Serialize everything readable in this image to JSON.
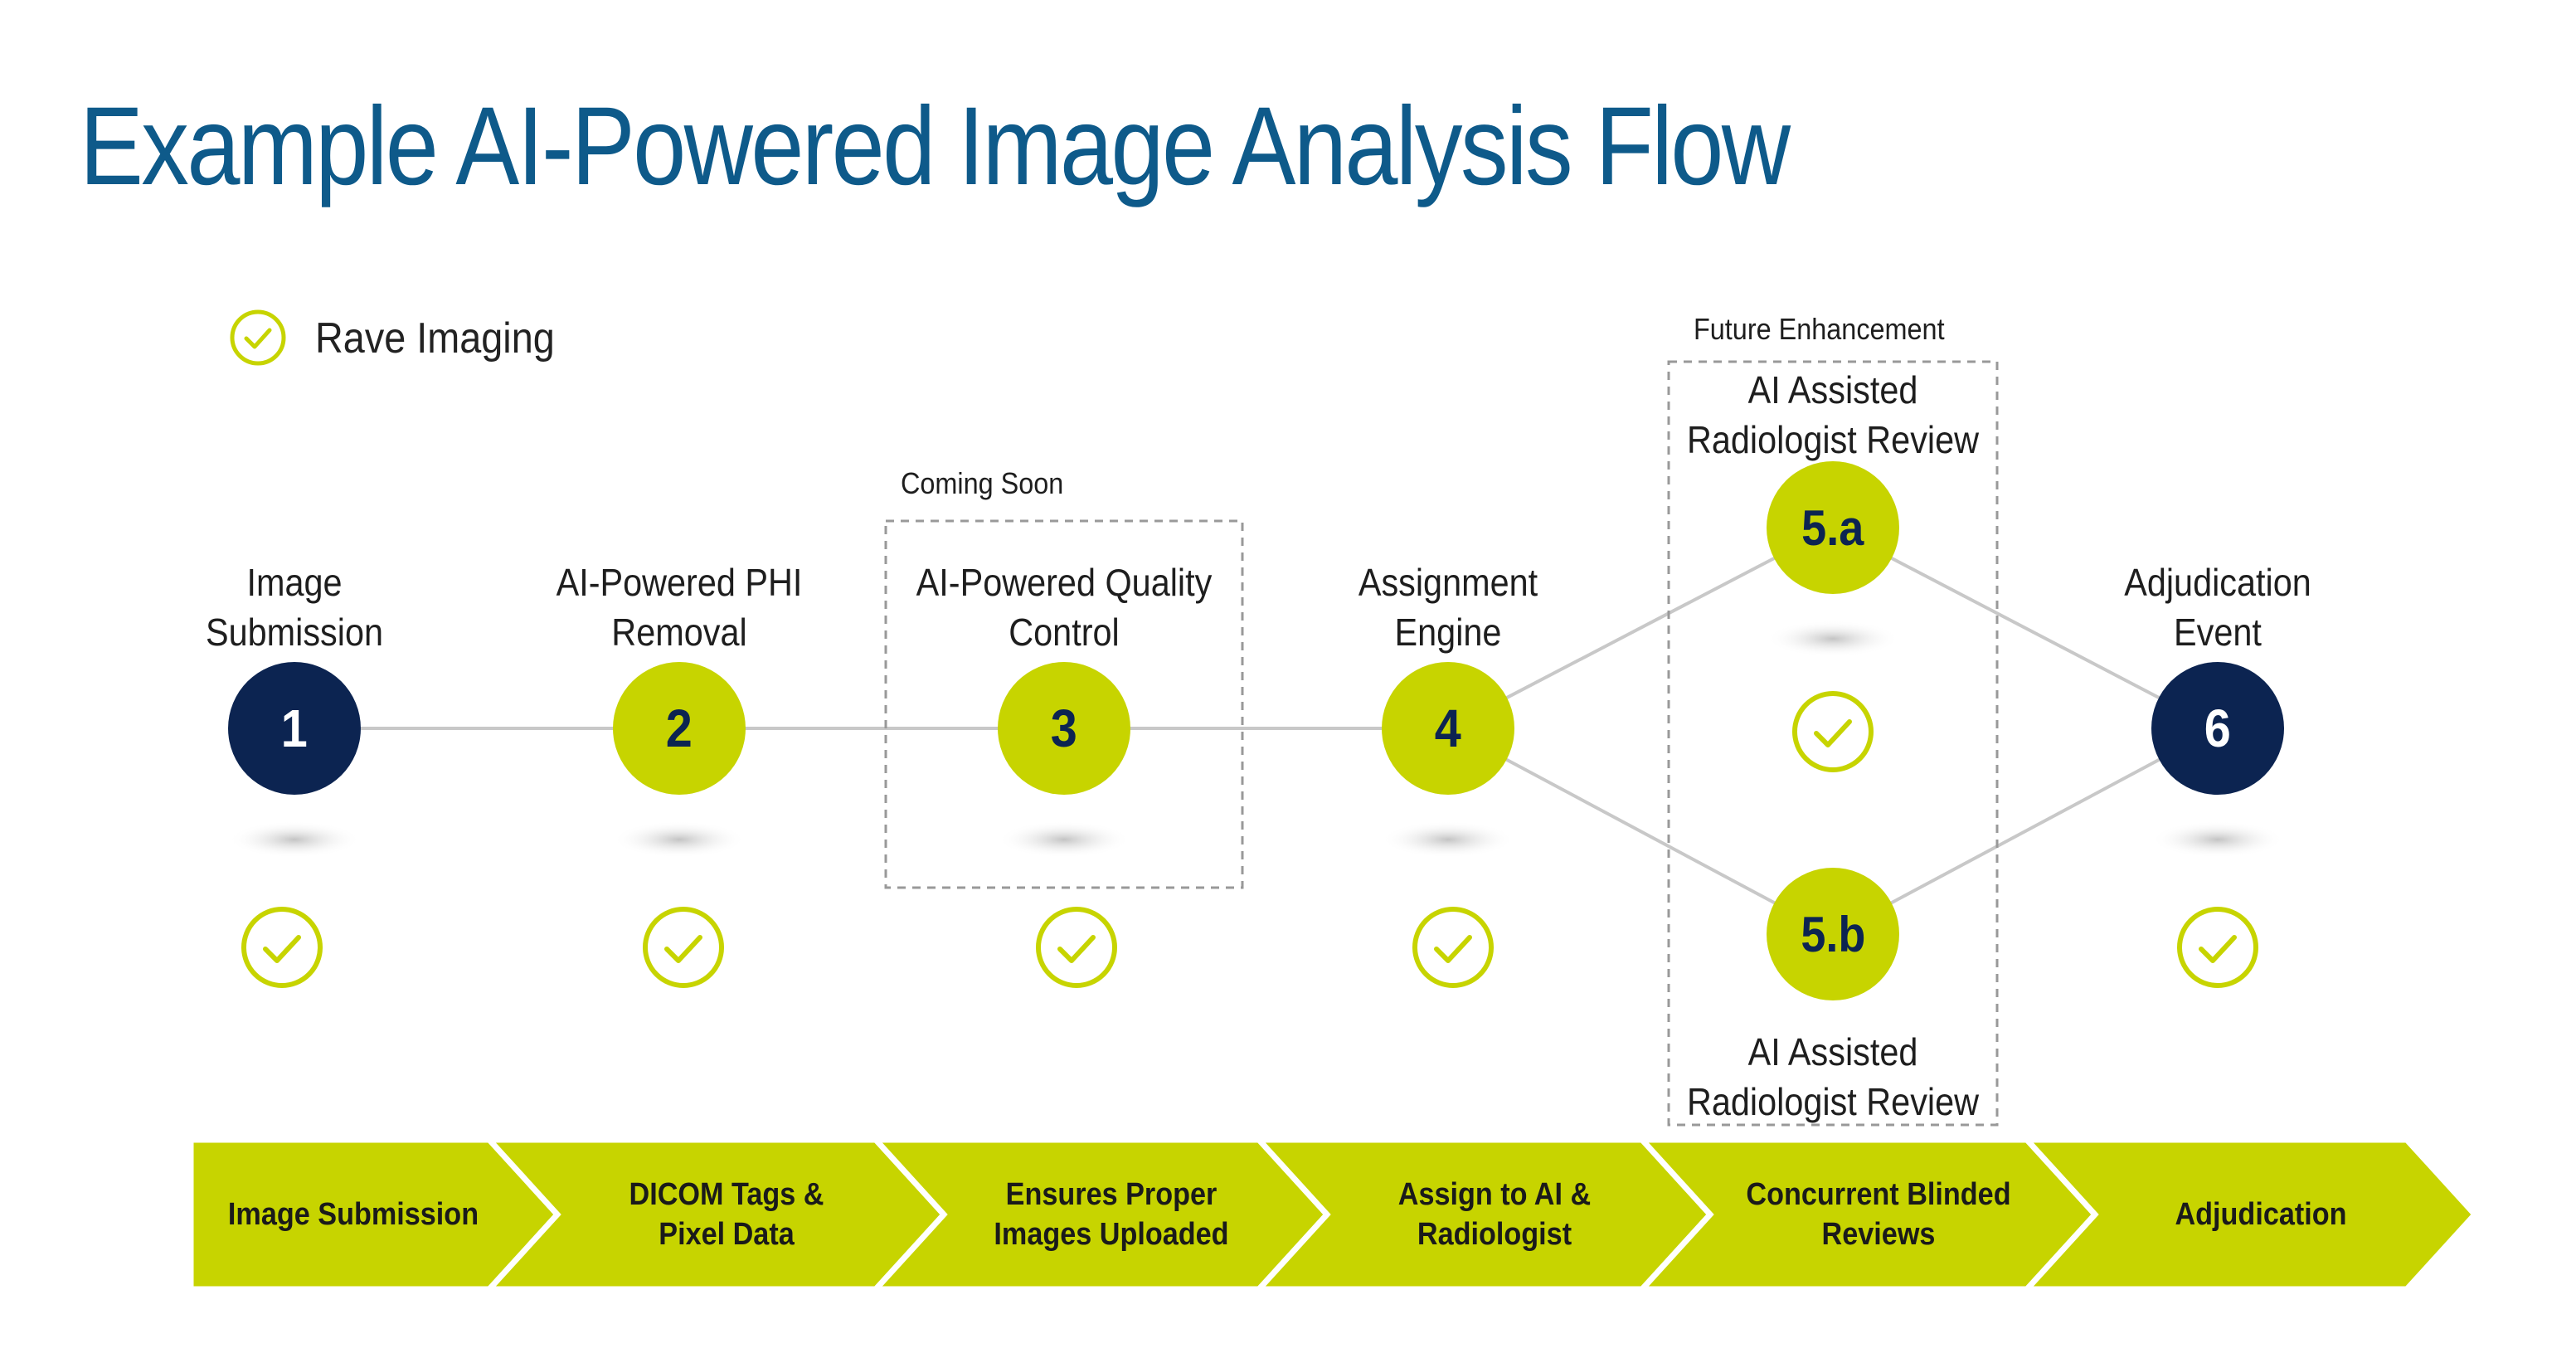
{
  "title": "Example AI-Powered Image Analysis Flow",
  "legend": {
    "label": "Rave Imaging",
    "icon": "check-circle-icon"
  },
  "annotations": {
    "coming_soon": "Coming Soon",
    "future_enhancement": "Future Enhancement"
  },
  "colors": {
    "title": "#0e5a8a",
    "dark_node": "#0c2451",
    "lime": "#c7d400",
    "connector": "#c8c8c8",
    "dashed_box": "#999999"
  },
  "steps": [
    {
      "id": "1",
      "number": "1",
      "label": "Image\nSubmission",
      "variant": "dark"
    },
    {
      "id": "2",
      "number": "2",
      "label": "AI-Powered PHI\nRemoval",
      "variant": "lime"
    },
    {
      "id": "3",
      "number": "3",
      "label": "AI-Powered Quality\nControl",
      "variant": "lime"
    },
    {
      "id": "4",
      "number": "4",
      "label": "Assignment\nEngine",
      "variant": "lime"
    },
    {
      "id": "5a",
      "number": "5.a",
      "label": "AI Assisted\nRadiologist Review",
      "variant": "lime"
    },
    {
      "id": "5b",
      "number": "5.b",
      "label": "AI Assisted\nRadiologist Review",
      "variant": "lime"
    },
    {
      "id": "6",
      "number": "6",
      "label": "Adjudication\nEvent",
      "variant": "dark"
    }
  ],
  "chevrons": [
    {
      "label": "Image Submission"
    },
    {
      "label": "DICOM Tags &\nPixel Data"
    },
    {
      "label": "Ensures Proper\nImages Uploaded"
    },
    {
      "label": "Assign to AI &\nRadiologist"
    },
    {
      "label": "Concurrent Blinded\nReviews"
    },
    {
      "label": "Adjudication"
    }
  ]
}
